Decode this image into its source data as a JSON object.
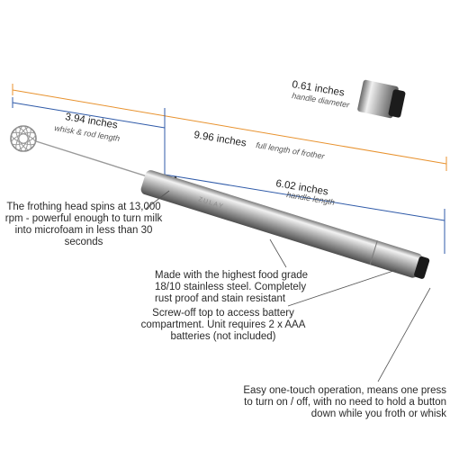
{
  "dimensions": {
    "whisk": {
      "value": "3.94 inches",
      "label": "whisk & rod length"
    },
    "full": {
      "value": "9.96 inches",
      "label": "full length of frother"
    },
    "handle": {
      "value": "6.02 inches",
      "label": "handle length"
    },
    "diameter": {
      "value": "0.61 inches",
      "label": "handle diameter"
    }
  },
  "brand": "ZULAY",
  "callouts": {
    "frothing_head": "The frothing head spins at 13,000 rpm - powerful enough to turn milk into microfoam in less than 30 seconds",
    "material": "Made with the highest food grade 18/10 stainless steel. Completely rust proof and stain resistant",
    "battery": "Screw-off top to access battery compartment. Unit requires 2 x AAA batteries (not included)",
    "operation": "Easy one-touch operation, means one press to turn on / off, with no need to hold a button down while you froth or whisk"
  },
  "colors": {
    "dimension_line_orange": "#e8922e",
    "dimension_line_blue": "#2f5aa8",
    "steel_light": "#e6e6e6",
    "steel_dark": "#6e6e6e"
  }
}
